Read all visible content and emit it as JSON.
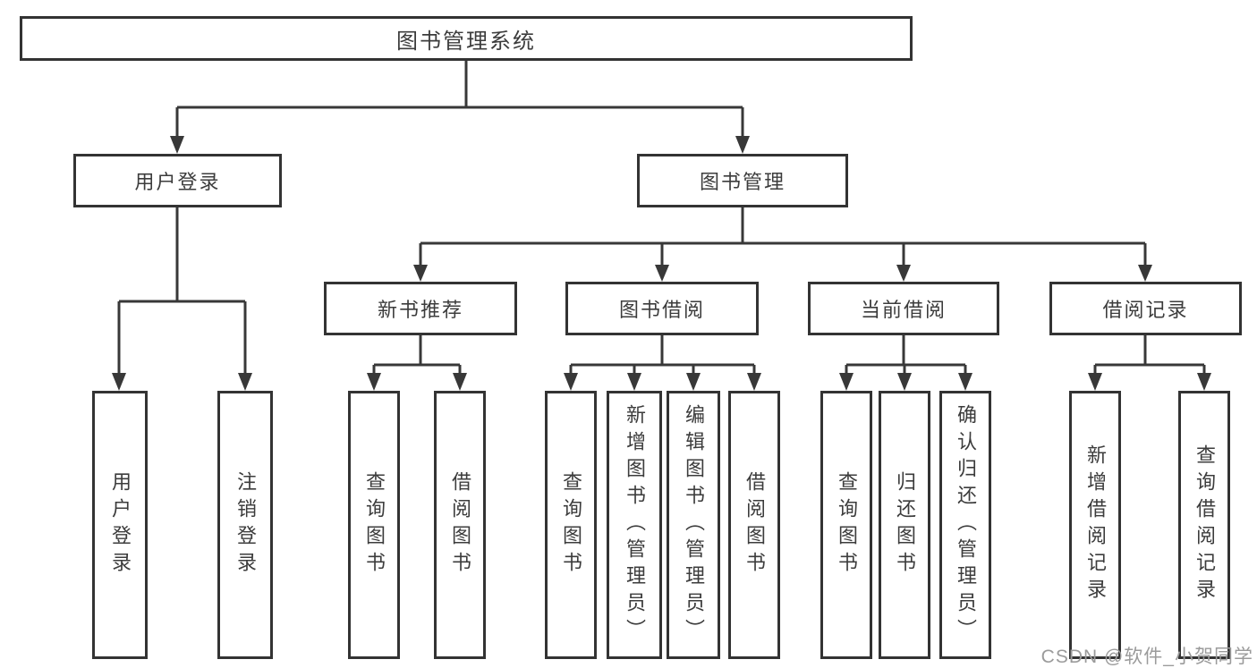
{
  "diagram_title": "图书管理系统",
  "colors": {
    "background": "#ffffff",
    "line": "#383838",
    "border": "#333333",
    "text": "#3c3c3c",
    "watermark": "#9b9b9b"
  },
  "tree": {
    "root": {
      "label": "图书管理系统",
      "children": [
        {
          "label": "用户登录",
          "children": [
            {
              "label": "用户登录"
            },
            {
              "label": "注销登录"
            }
          ]
        },
        {
          "label": "图书管理",
          "children": [
            {
              "label": "新书推荐",
              "children": [
                {
                  "label": "查询图书"
                },
                {
                  "label": "借阅图书"
                }
              ]
            },
            {
              "label": "图书借阅",
              "children": [
                {
                  "label": "查询图书"
                },
                {
                  "label": "新增图书（管理员）"
                },
                {
                  "label": "编辑图书（管理员）"
                },
                {
                  "label": "借阅图书"
                }
              ]
            },
            {
              "label": "当前借阅",
              "children": [
                {
                  "label": "查询图书"
                },
                {
                  "label": "归还图书"
                },
                {
                  "label": "确认归还（管理员）"
                }
              ]
            },
            {
              "label": "借阅记录",
              "children": [
                {
                  "label": "新增借阅记录"
                },
                {
                  "label": "查询借阅记录"
                }
              ]
            }
          ]
        }
      ]
    }
  },
  "watermark": {
    "text": "CSDN @软件_小贺同学"
  }
}
